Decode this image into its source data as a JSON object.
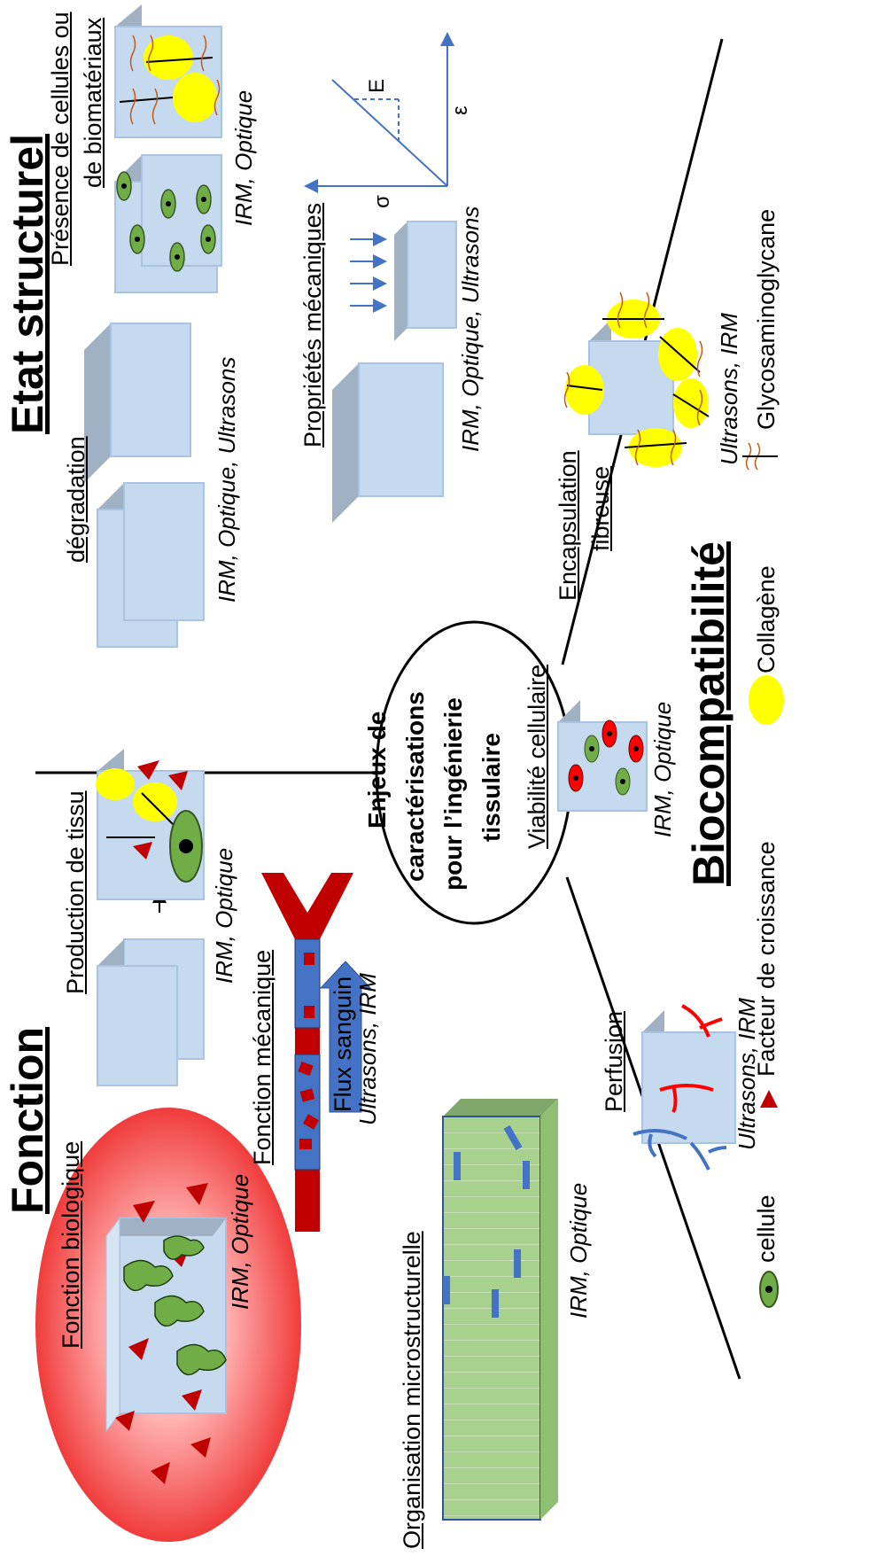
{
  "center": {
    "line1": "Enjeux de",
    "line2": "caractérisations",
    "line3": "pour l’ingénierie",
    "line4": "tissulaire"
  },
  "sections": {
    "fonction": "Fonction",
    "etat": "Etat structurel",
    "biocompat": "Biocompatibilité"
  },
  "labels": {
    "fonction_biologique": "Fonction biologique",
    "production_tissu": "Production de tissu",
    "fonction_mecanique": "Fonction mécanique",
    "flux_sanguin": "Flux sanguin",
    "organisation": "Organisation microstructurelle",
    "degradation": "dégradation",
    "proprietes_mecaniques": "Propriétés mécaniques",
    "presence_line1": "Présence de cellules ou",
    "presence_line2": "de biomatériaux",
    "viabilite": "Viabilité cellulaire",
    "perfusion": "Perfusion",
    "encapsulation_line1": "Encapsulation",
    "encapsulation_line2": "fibreuse"
  },
  "methods": {
    "irm_optique": "IRM, Optique",
    "ultrasons_irm": "Ultrasons, IRM",
    "irm_optique_ultrasons": "IRM, Optique, Ultrasons"
  },
  "graph": {
    "sigma": "σ",
    "epsilon": "ε",
    "E": "E"
  },
  "legend": {
    "cellule": "cellule",
    "facteur": "Facteur de croissance",
    "collagene": "Collagène",
    "gag": "Glycosaminoglycane"
  },
  "colors": {
    "cube_face": "#c5d9ef",
    "cube_top": "#9fb1c3",
    "cube_edge": "#a9c4e2",
    "vessel_red": "#c00000",
    "vessel_blue": "#4472c4",
    "cell_green": "#70ad47",
    "collagen_yellow": "#ffff00",
    "fiber_orange": "#c55a11",
    "tissue_green": "#a9d18e",
    "arrow_blue": "#4472c4"
  }
}
